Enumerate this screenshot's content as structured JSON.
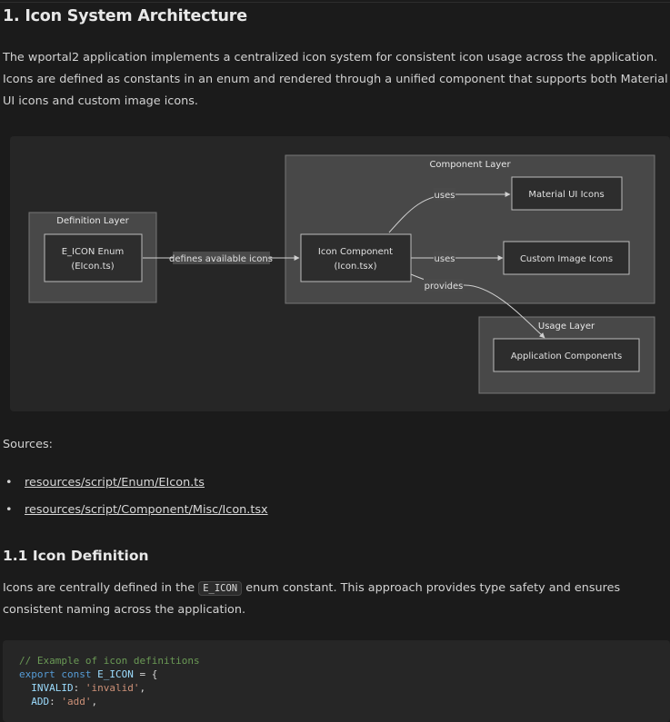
{
  "section": {
    "title": "1. Icon System Architecture",
    "intro": "The wportal2 application implements a centralized icon system for consistent icon usage across the application. Icons are defined as constants in an enum and rendered through a unified component that supports both Material UI icons and custom image icons."
  },
  "diagram": {
    "groups": {
      "definition": "Definition Layer",
      "component": "Component Layer",
      "usage": "Usage Layer"
    },
    "nodes": {
      "enum_line1": "E_ICON Enum",
      "enum_line2": "(EIcon.ts)",
      "icon_line1": "Icon Component",
      "icon_line2": "(Icon.tsx)",
      "material": "Material UI Icons",
      "custom": "Custom Image Icons",
      "app": "Application Components"
    },
    "edges": {
      "defines": "defines available icons",
      "uses_material": "uses",
      "uses_custom": "uses",
      "provides": "provides"
    }
  },
  "sources": {
    "label": "Sources:",
    "items": [
      {
        "text": "resources/script/Enum/EIcon.ts"
      },
      {
        "text": "resources/script/Component/Misc/Icon.tsx"
      }
    ]
  },
  "subsection": {
    "title": "1.1 Icon Definition",
    "text_before": "Icons are centrally defined in the ",
    "code": "E_ICON",
    "text_after": " enum constant. This approach provides type safety and ensures consistent naming across the application."
  },
  "code": {
    "comment": "// Example of icon definitions",
    "l2_kw": "export const",
    "l2_id": "E_ICON",
    "l2_rest": " = {",
    "l3_key": "INVALID",
    "l3_val": "'invalid'",
    "l4_key": "ADD",
    "l4_val": "'add'"
  }
}
